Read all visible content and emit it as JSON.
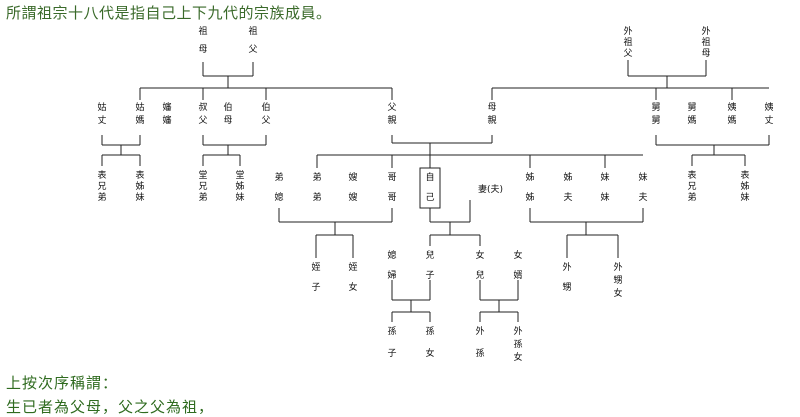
{
  "intro": "所謂祖宗十八代是指自己上下九代的宗族成員。",
  "footer_heading": "上按次序稱謂：",
  "footer_line": "生已者為父母，父之父為祖，",
  "tree": {
    "grandmother": [
      "祖",
      "母"
    ],
    "grandfather": [
      "祖",
      "父"
    ],
    "maternal_grandfather": [
      "外",
      "祖",
      "父"
    ],
    "maternal_grandmother": [
      "外",
      "祖",
      "母"
    ],
    "paternal_aunt_husband": [
      "姑",
      "丈"
    ],
    "paternal_aunt": [
      "姑",
      "媽"
    ],
    "uncle_wife": [
      "嬸",
      "嬸"
    ],
    "uncle": [
      "叔",
      "父"
    ],
    "elder_uncle_wife": [
      "伯",
      "母"
    ],
    "elder_uncle": [
      "伯",
      "父"
    ],
    "father": [
      "父",
      "親"
    ],
    "mother": [
      "母",
      "親"
    ],
    "maternal_uncle": [
      "舅",
      "舅"
    ],
    "maternal_uncle_wife": [
      "舅",
      "媽"
    ],
    "maternal_aunt": [
      "姨",
      "媽"
    ],
    "maternal_aunt_husband": [
      "姨",
      "丈"
    ],
    "cousin_brothers_left": [
      "表",
      "兄",
      "弟"
    ],
    "cousin_sisters_left": [
      "表",
      "姊",
      "妹"
    ],
    "paternal_cousin_brothers": [
      "堂",
      "兄",
      "弟"
    ],
    "paternal_cousin_sisters": [
      "堂",
      "姊",
      "妹"
    ],
    "cousin_brothers_right": [
      "表",
      "兄",
      "弟"
    ],
    "cousin_sisters_right": [
      "表",
      "姊",
      "妹"
    ],
    "younger_brother_wife": [
      "弟",
      "媳"
    ],
    "younger_brother": [
      "弟",
      "弟"
    ],
    "elder_brother_wife": [
      "嫂",
      "嫂"
    ],
    "elder_brother": [
      "哥",
      "哥"
    ],
    "self": [
      "自",
      "己"
    ],
    "spouse": "妻(夫)",
    "elder_sister": [
      "姊",
      "姊"
    ],
    "elder_sister_husband": [
      "姊",
      "夫"
    ],
    "younger_sister": [
      "妹",
      "妹"
    ],
    "younger_sister_husband": [
      "妹",
      "夫"
    ],
    "nephew": [
      "姪",
      "子"
    ],
    "niece": [
      "姪",
      "女"
    ],
    "daughter_in_law": [
      "媳",
      "婦"
    ],
    "son": [
      "兒",
      "子"
    ],
    "daughter": [
      "女",
      "兒"
    ],
    "son_in_law": [
      "女",
      "婿"
    ],
    "sister_nephew": [
      "外",
      "甥"
    ],
    "sister_niece": [
      "外",
      "甥",
      "女"
    ],
    "grandson": [
      "孫",
      "子"
    ],
    "granddaughter": [
      "孫",
      "女"
    ],
    "daughter_grandson": [
      "外",
      "孫"
    ],
    "daughter_granddaughter": [
      "外",
      "孫",
      "女"
    ]
  }
}
